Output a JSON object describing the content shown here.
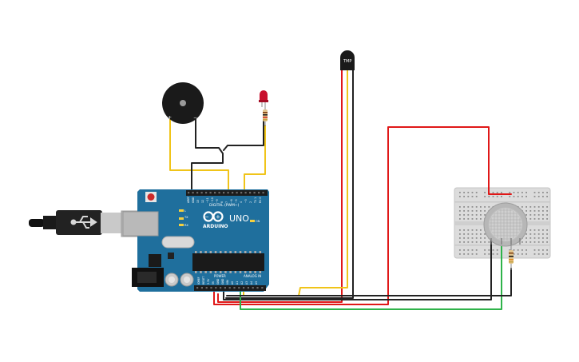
{
  "board": {
    "logo_text": "ARDUINO",
    "model": "UNO",
    "digital_label": "DIGITAL (PWM~)",
    "power_label": "POWER",
    "analog_label": "ANALOG IN",
    "tx_label": "TX",
    "rx_label": "RX",
    "l_label": "L",
    "on_label": "ON",
    "digital_pins": [
      "AREF",
      "GND",
      "13",
      "12",
      "~11",
      "~10",
      "~9",
      "8",
      "7",
      "~6",
      "~5",
      "4",
      "~3",
      "2",
      "TX 1",
      "RX 0"
    ],
    "power_pins": [
      "IOREF",
      "RESET",
      "3.3V",
      "5V",
      "GND",
      "GND",
      "VIN"
    ],
    "analog_pins": [
      "A0",
      "A1",
      "A2",
      "A3",
      "A4",
      "A5"
    ]
  },
  "buzzer": {
    "plus_label": "+",
    "minus_label": "−"
  },
  "temp_sensor": {
    "label": "TMP"
  },
  "colors": {
    "board": "#1f6f9d",
    "wire_red": "#e01818",
    "wire_black": "#222222",
    "wire_yellow": "#f0c419",
    "wire_green": "#2fb34a",
    "led": "#c8102e"
  }
}
